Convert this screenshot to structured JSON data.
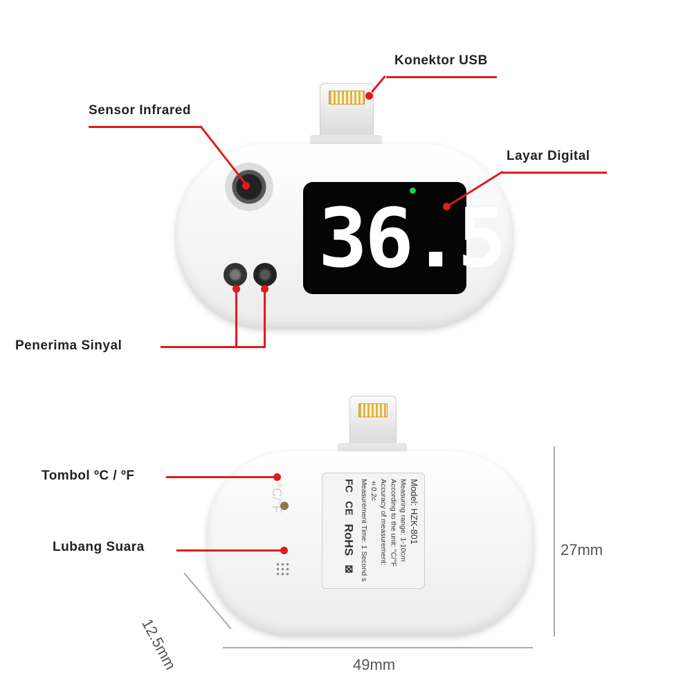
{
  "callouts": {
    "usb": "Konektor USB",
    "sensor": "Sensor Infrared",
    "display": "Layar Digital",
    "receiver": "Penerima Sinyal",
    "unit_button": "Tombol ºC / ºF",
    "speaker": "Lubang Suara"
  },
  "display_reading": "36.5",
  "back": {
    "unit_mark": "°C/°F",
    "label_lines": [
      "Model: HZK-801",
      "Measuring range: 1-10cm",
      "According to the unit: °C/°F",
      "Accuracy of measurement:±0.2c",
      "Measurement Time: 1 Second s"
    ],
    "certifications": [
      "FC",
      "CE",
      "RoHS"
    ]
  },
  "dimensions": {
    "width": "49mm",
    "height": "27mm",
    "depth": "12.5mm"
  },
  "colors": {
    "callout_line": "#e01b1b",
    "indicator_led": "#22cc44"
  }
}
